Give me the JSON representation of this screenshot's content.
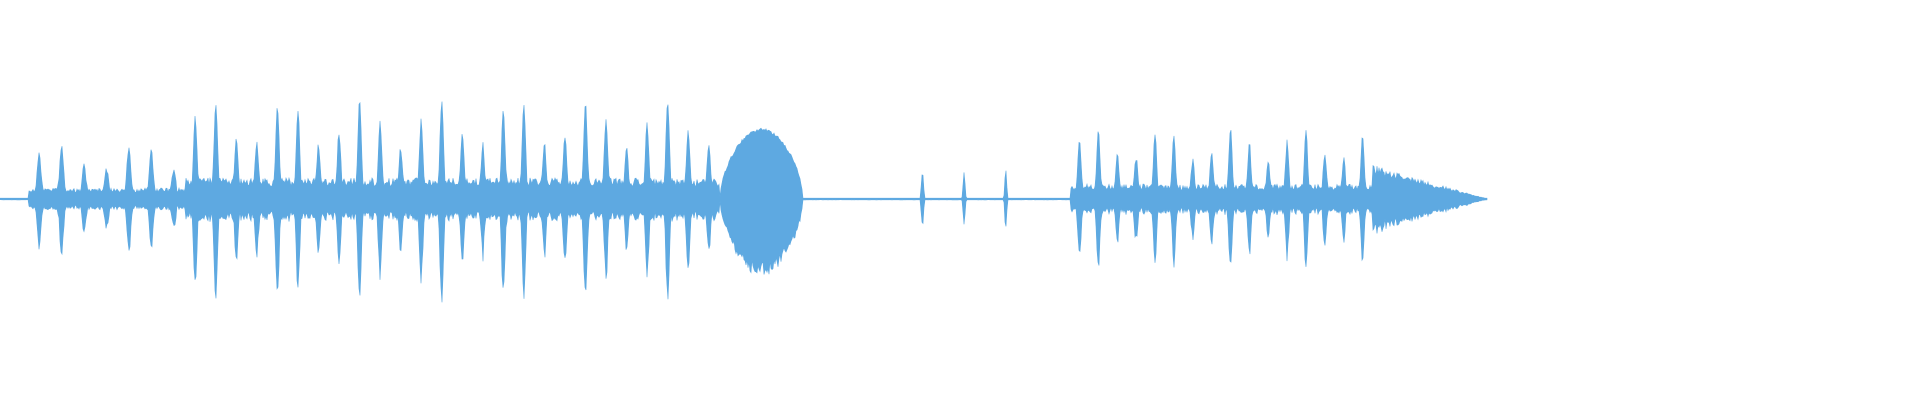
{
  "waveform": {
    "color": "#5ea9e1",
    "background": "#ffffff",
    "segments": [
      {
        "start": 0.0,
        "end": 0.015,
        "kind": "line"
      },
      {
        "start": 0.015,
        "end": 0.097,
        "kind": "bursts",
        "count": 7,
        "amp": 0.25
      },
      {
        "start": 0.097,
        "end": 0.375,
        "kind": "bursts",
        "count": 26,
        "amp": 0.48
      },
      {
        "start": 0.375,
        "end": 0.418,
        "kind": "blob",
        "amp": 0.34
      },
      {
        "start": 0.418,
        "end": 0.475,
        "kind": "line"
      },
      {
        "start": 0.475,
        "end": 0.54,
        "kind": "ticks",
        "count": 3,
        "amp": 0.06
      },
      {
        "start": 0.54,
        "end": 0.558,
        "kind": "line"
      },
      {
        "start": 0.558,
        "end": 0.715,
        "kind": "bursts",
        "count": 16,
        "amp": 0.34
      },
      {
        "start": 0.715,
        "end": 0.775,
        "kind": "tail",
        "amp": 0.17
      }
    ]
  }
}
